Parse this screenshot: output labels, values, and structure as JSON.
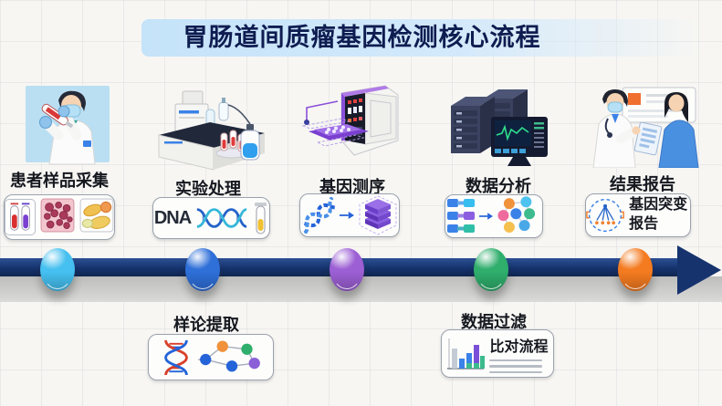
{
  "title": "胃肠道间质瘤基因检测核心流程",
  "colors": {
    "banner": "#c5e3f9",
    "title_text": "#0e1c50",
    "timeline": "#16336e",
    "timeline_light": "#2c5093",
    "markers": [
      "#45c0f0",
      "#2e6fd8",
      "#9c5fd4",
      "#2fae6c",
      "#f47b20"
    ]
  },
  "stages": [
    {
      "label": "患者样品采集",
      "illustration": "doctor-collecting-blood-sample",
      "box": {
        "icons": [
          "blood-tubes-icon",
          "tissue-sample-icon",
          "specimen-pieces-icon"
        ]
      }
    },
    {
      "label": "实验处理",
      "illustration": "lab-bench-equipment",
      "box": {
        "text": "DNA",
        "icons": [
          "dna-helix-icon",
          "test-tube-icon"
        ]
      }
    },
    {
      "label": "基因测序",
      "illustration": "gene-sequencer-machine",
      "box": {
        "icons": [
          "dna-helix-icon",
          "arrow-right-icon",
          "data-stack-icon"
        ]
      }
    },
    {
      "label": "数据分析",
      "illustration": "server-racks-and-monitor",
      "box": {
        "icons": [
          "read-fragments-icon",
          "arrow-right-icon",
          "variant-cluster-icon"
        ]
      }
    },
    {
      "label": "结果报告",
      "illustration": "doctor-patient-consultation",
      "box": {
        "text": "基因突变报告",
        "icons": [
          "mutation-tree-icon"
        ]
      }
    }
  ],
  "sub_steps": [
    {
      "label": "样论提取",
      "box": {
        "icons": [
          "dna-helix-icon",
          "molecule-network-icon"
        ]
      }
    },
    {
      "label": "数据过滤",
      "box": {
        "text": "比对流程",
        "icons": [
          "bar-chart-icon"
        ]
      }
    }
  ]
}
